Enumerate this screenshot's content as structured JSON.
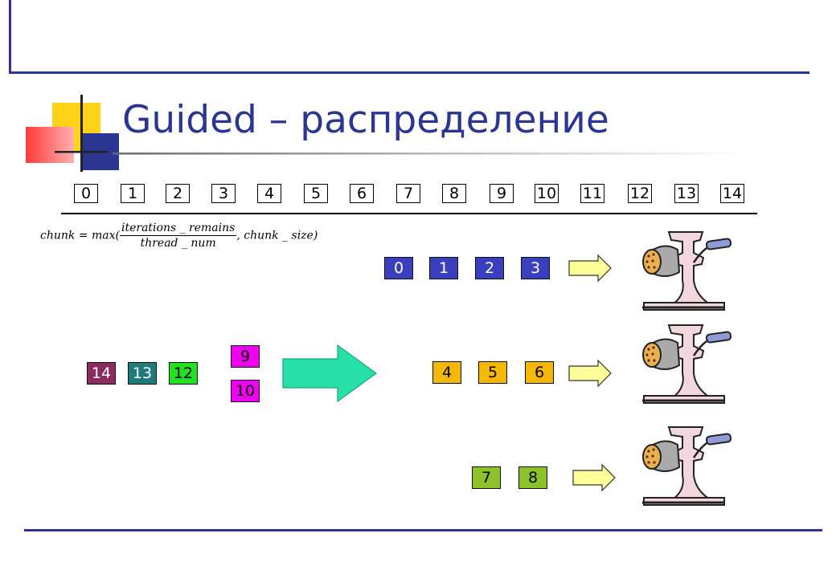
{
  "title": "Guided – распределение",
  "colors": {
    "accent": "#2b3592",
    "thread0_box": "#3a3fbf",
    "thread1_box": "#f5b800",
    "thread2_box": "#8ec22a",
    "chunk9_10": "#f000f0",
    "iter14": "#8b2b5f",
    "iter13": "#1f7a7a",
    "iter12": "#22e022",
    "big_arrow": "#27e0a8",
    "small_arrow": "#ffff99"
  },
  "iterations": [
    "0",
    "1",
    "2",
    "3",
    "4",
    "5",
    "6",
    "7",
    "8",
    "9",
    "10",
    "11",
    "12",
    "13",
    "14"
  ],
  "formula": {
    "lhs": "chunk = max(",
    "numerator": "iterations _ remains",
    "denominator": "thread _ num",
    "rhs": ", chunk _ size)"
  },
  "remaining_queue": [
    "14",
    "13",
    "12"
  ],
  "current_chunk": [
    "9",
    "10"
  ],
  "threads": [
    {
      "chunk": [
        "0",
        "1",
        "2",
        "3"
      ]
    },
    {
      "chunk": [
        "4",
        "5",
        "6"
      ]
    },
    {
      "chunk": [
        "7",
        "8"
      ]
    }
  ]
}
